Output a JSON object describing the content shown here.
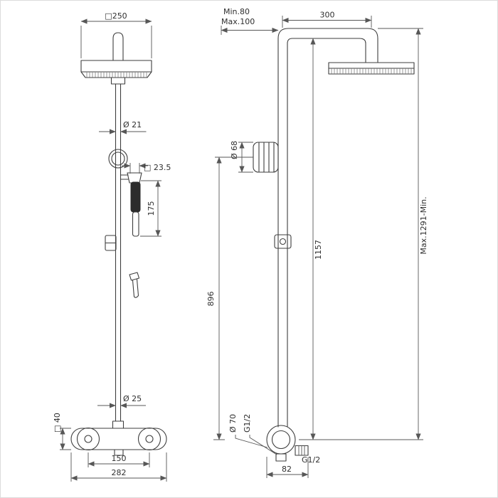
{
  "front_view": {
    "head_width": "□250",
    "upper_pipe_diameter": "Ø 21",
    "handshower_section": "□ 23.5",
    "handshower_length": "175",
    "lower_pipe_diameter": "Ø 25",
    "mixer_section": "□ 40",
    "inlet_spacing": "150",
    "mixer_width": "282"
  },
  "side_view": {
    "wall_distance_min": "Min.80",
    "wall_distance_max": "Max.100",
    "arm_projection": "300",
    "holder_diameter": "Ø 68",
    "riser_height": "1157",
    "holder_height": "896",
    "overall_height": "Max.1291-Min.",
    "mixer_diameter": "Ø 70",
    "inlet_thread": "G1/2",
    "outlet_thread": "G1/2",
    "outlet_projection": "82"
  }
}
